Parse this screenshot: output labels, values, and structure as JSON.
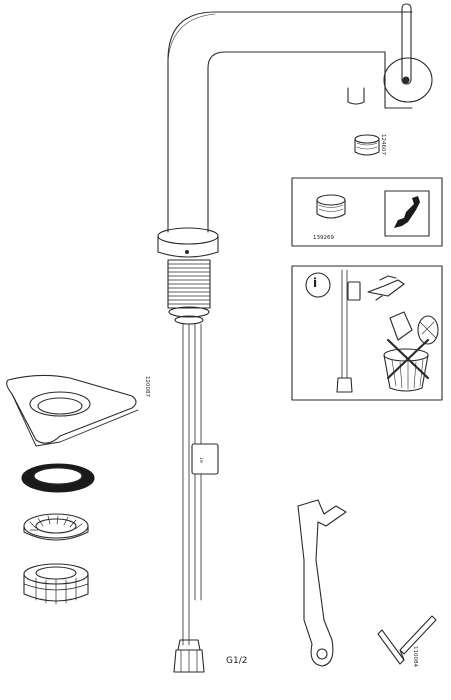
{
  "labels": {
    "thread_size": "G1/2",
    "part_aerator": "124607",
    "part_aerator_alt": "139269",
    "part_mounting_plate": "120087",
    "part_hex_key": "110084",
    "hose_tag": "1m",
    "info_symbol": "i"
  },
  "icons": [
    "faucet-icon",
    "aerator-icon",
    "wall-map-icon",
    "info-icon",
    "hand-icon",
    "trash-bin-icon",
    "wrench-icon",
    "hex-key-icon"
  ],
  "colors": {
    "line": "#2b2b2b",
    "fill_dark": "#1a1a1a",
    "fill_grey": "#9a9a9a"
  }
}
